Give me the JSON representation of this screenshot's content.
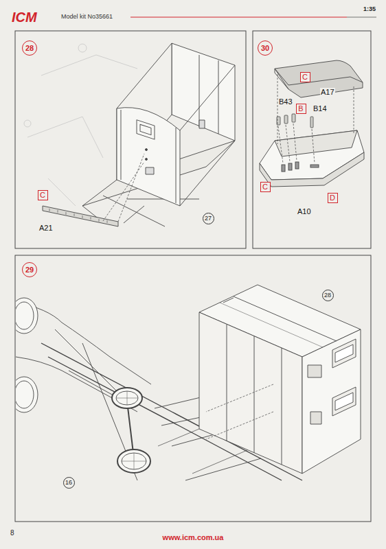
{
  "diagram": {
    "nodes": [
      {
        "text": [
          "28"
        ]
      },
      {
        "text": [
          "30"
        ]
      },
      {
        "text": [
          "C"
        ]
      },
      {
        "text": [
          "27"
        ]
      },
      {
        "text": [
          "C"
        ]
      },
      {
        "text": [
          "B"
        ]
      },
      {
        "text": [
          "C"
        ]
      },
      {
        "text": [
          "D"
        ]
      },
      {
        "text": [
          "29"
        ]
      },
      {
        "text": [
          "28"
        ]
      },
      {
        "text": [
          "16"
        ]
      }
    ],
    "labels": [
      "ICM",
      "Model kit No35661",
      "1:35",
      "A21",
      "A17",
      "B43",
      "B14",
      "A10",
      "8",
      "www.icm.com.ua"
    ]
  }
}
